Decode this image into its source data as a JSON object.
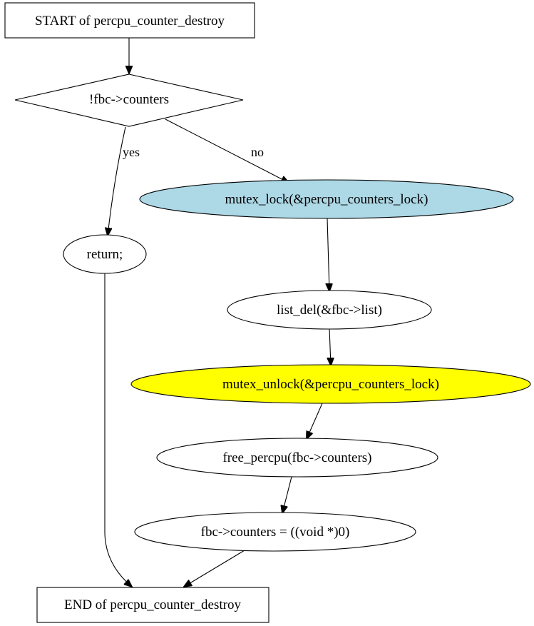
{
  "nodes": {
    "start": {
      "label": "START of percpu_counter_destroy",
      "shape": "box",
      "fill": "#ffffff"
    },
    "cond": {
      "label": "!fbc->counters",
      "shape": "diamond",
      "fill": "#ffffff"
    },
    "ret": {
      "label": "return;",
      "shape": "ellipse",
      "fill": "#ffffff"
    },
    "lock": {
      "label": "mutex_lock(&percpu_counters_lock)",
      "shape": "ellipse",
      "fill": "#add8e6"
    },
    "listdel": {
      "label": "list_del(&fbc->list)",
      "shape": "ellipse",
      "fill": "#ffffff"
    },
    "unlock": {
      "label": "mutex_unlock(&percpu_counters_lock)",
      "shape": "ellipse",
      "fill": "#ffff00"
    },
    "free": {
      "label": "free_percpu(fbc->counters)",
      "shape": "ellipse",
      "fill": "#ffffff"
    },
    "assign": {
      "label": "fbc->counters = ((void *)0)",
      "shape": "ellipse",
      "fill": "#ffffff"
    },
    "end": {
      "label": "END of percpu_counter_destroy",
      "shape": "box",
      "fill": "#ffffff"
    }
  },
  "edges": {
    "yes": {
      "label": "yes"
    },
    "no": {
      "label": "no"
    }
  }
}
